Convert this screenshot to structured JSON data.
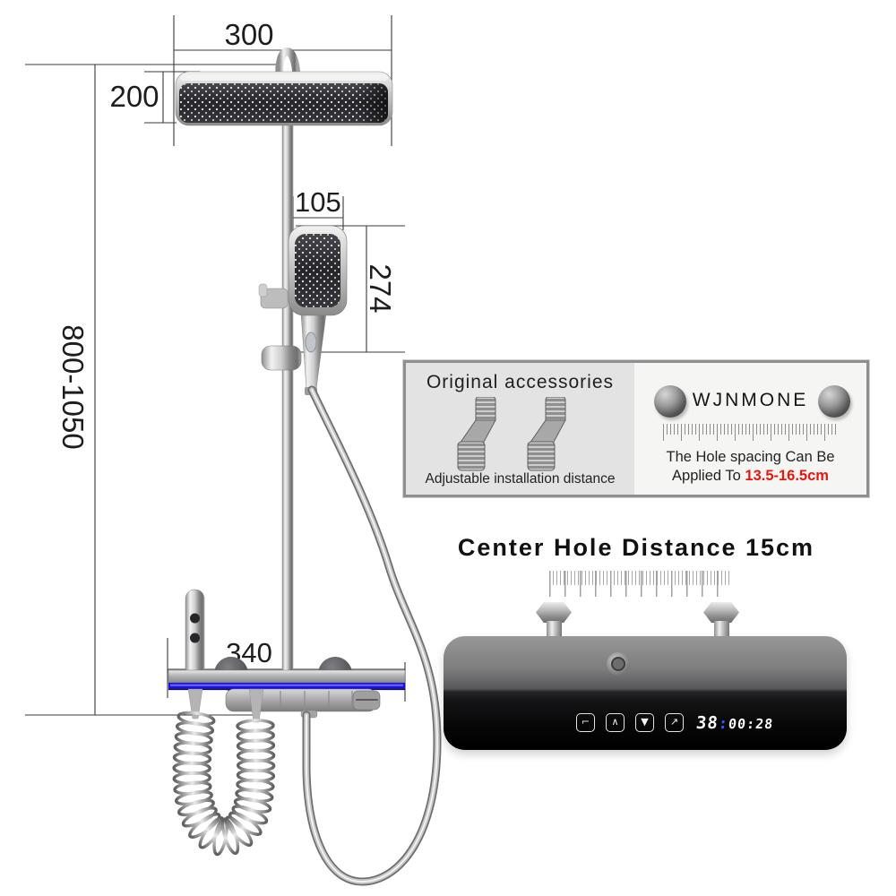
{
  "dimensions": {
    "head_width": "300",
    "head_height": "200",
    "handset_width": "105",
    "handset_height": "274",
    "pole_height_range": "800-1050",
    "shelf_width": "340"
  },
  "accessories_box": {
    "title": "Original accessories",
    "caption": "Adjustable installation distance",
    "brand": "WJNMONE",
    "hole_spacing_line1": "The Hole spacing Can Be",
    "hole_spacing_line2": "Applied To",
    "hole_spacing_range": "13.5-16.5cm"
  },
  "center_hole": {
    "heading": "Center Hole Distance 15cm"
  },
  "control_panel": {
    "display": {
      "temperature": "38",
      "separator": ":",
      "time": "00:28"
    },
    "buttons": [
      {
        "name": "corner-arrow-icon",
        "glyph": "⌐"
      },
      {
        "name": "chevron-up-icon",
        "glyph": "∧"
      },
      {
        "name": "spray-down-icon",
        "glyph": "▼"
      },
      {
        "name": "diagonal-arrow-icon",
        "glyph": "↗"
      }
    ]
  },
  "colors": {
    "led_strip": "#1a10dd",
    "display_separator": "#2d5bff",
    "hole_range_red": "#e8160c"
  }
}
